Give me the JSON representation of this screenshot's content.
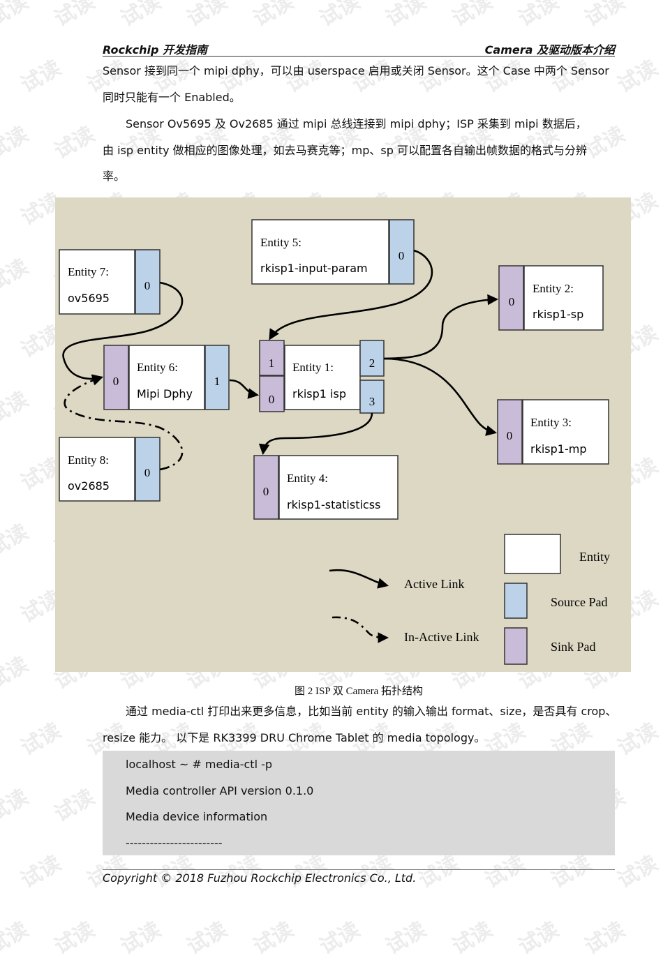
{
  "header": {
    "left": "Rockchip 开发指南",
    "right": "Camera 及驱动版本介绍"
  },
  "paragraph1": {
    "line1": "Sensor 接到同一个 mipi dphy，可以由 userspace 启用或关闭 Sensor。这个 Case 中两个 Sensor",
    "line2": "同时只能有一个 Enabled。"
  },
  "paragraph2": {
    "line1": "Sensor Ov5695 及 Ov2685 通过 mipi 总线连接到 mipi dphy；ISP 采集到 mipi 数据后，",
    "line2": "由 isp entity 做相应的图像处理，如去马赛克等；mp、sp 可以配置各自输出帧数据的格式与分辨",
    "line3": "率。"
  },
  "diagram": {
    "background_color": "#dcd8c3",
    "source_pad_color": "#bcd2e8",
    "sink_pad_color": "#c8bcd8",
    "entities": {
      "e7": {
        "title": "Entity 7:",
        "name": "ov5695",
        "pads": [
          "0"
        ]
      },
      "e5": {
        "title": "Entity 5:",
        "name": "rkisp1-input-param",
        "pads": [
          "0"
        ]
      },
      "e2": {
        "title": "Entity 2:",
        "name": "rkisp1-sp",
        "pads": [
          "0"
        ]
      },
      "e6": {
        "title": "Entity 6:",
        "name": "Mipi Dphy",
        "pads": [
          "0",
          "1"
        ]
      },
      "e1": {
        "title": "Entity 1:",
        "name": "rkisp1 isp",
        "pads": [
          "1",
          "0",
          "2",
          "3"
        ]
      },
      "e3": {
        "title": "Entity 3:",
        "name": "rkisp1-mp",
        "pads": [
          "0"
        ]
      },
      "e8": {
        "title": "Entity 8:",
        "name": "ov2685",
        "pads": [
          "0"
        ]
      },
      "e4": {
        "title": "Entity 4:",
        "name": "rkisp1-statisticss",
        "pads": [
          "0"
        ]
      }
    },
    "legend": {
      "active_link": "Active Link",
      "inactive_link": "In-Active Link",
      "entity": "Entity",
      "source_pad": "Source Pad",
      "sink_pad": "Sink Pad"
    }
  },
  "caption": "图 2 ISP 双 Camera 拓扑结构",
  "paragraph3": {
    "line1": "通过 media-ctl 打印出来更多信息，比如当前 entity 的输入输出 format、size，是否具有 crop、",
    "line2": "resize 能力。 以下是 RK3399 DRU Chrome Tablet 的 media topology。"
  },
  "code": [
    "localhost ~ # media-ctl -p",
    "Media controller API version 0.1.0",
    "Media device information",
    "------------------------"
  ],
  "footer": "Copyright © 2018 Fuzhou Rockchip Electronics Co., Ltd.",
  "watermark": "试读"
}
